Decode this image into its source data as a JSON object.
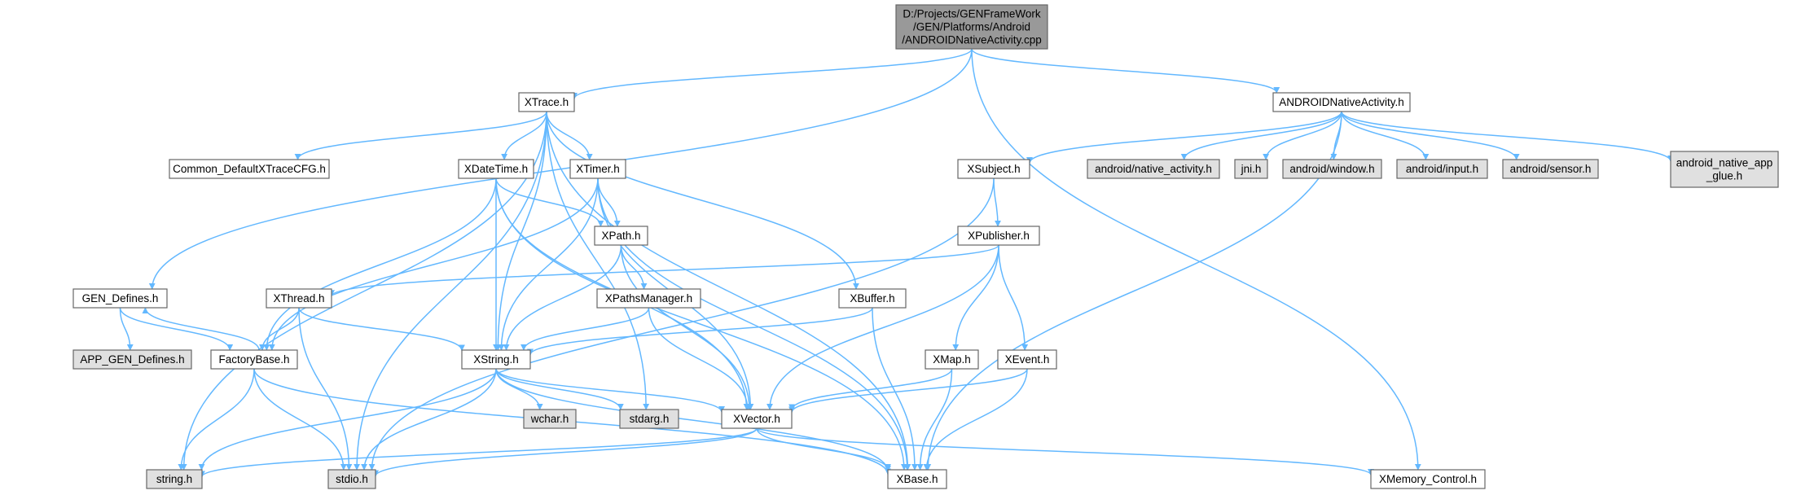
{
  "colors": {
    "root_fill": "#999999",
    "node_fill": "#ffffff",
    "external_fill": "#e0e0e0",
    "node_border": "#666666",
    "edge": "#63b8ff"
  },
  "nodes": {
    "root": {
      "lines": [
        "D:/Projects/GENFrameWork",
        "/GEN/Platforms/Android",
        "/ANDROIDNativeActivity.cpp"
      ],
      "kind": "root"
    },
    "xtrace": {
      "lines": [
        "XTrace.h"
      ],
      "kind": "file"
    },
    "androidnativeactivity": {
      "lines": [
        "ANDROIDNativeActivity.h"
      ],
      "kind": "file"
    },
    "common_defaultxtracecfg": {
      "lines": [
        "Common_DefaultXTraceCFG.h"
      ],
      "kind": "file"
    },
    "xdatetime": {
      "lines": [
        "XDateTime.h"
      ],
      "kind": "file"
    },
    "xtimer": {
      "lines": [
        "XTimer.h"
      ],
      "kind": "file"
    },
    "xsubject": {
      "lines": [
        "XSubject.h"
      ],
      "kind": "file"
    },
    "android_native_activity": {
      "lines": [
        "android/native_activity.h"
      ],
      "kind": "external"
    },
    "jni": {
      "lines": [
        "jni.h"
      ],
      "kind": "external"
    },
    "android_window": {
      "lines": [
        "android/window.h"
      ],
      "kind": "external"
    },
    "android_input": {
      "lines": [
        "android/input.h"
      ],
      "kind": "external"
    },
    "android_sensor": {
      "lines": [
        "android/sensor.h"
      ],
      "kind": "external"
    },
    "android_native_app_glue": {
      "lines": [
        "android_native_app",
        "_glue.h"
      ],
      "kind": "external"
    },
    "xpath": {
      "lines": [
        "XPath.h"
      ],
      "kind": "file"
    },
    "xpublisher": {
      "lines": [
        "XPublisher.h"
      ],
      "kind": "file"
    },
    "gen_defines": {
      "lines": [
        "GEN_Defines.h"
      ],
      "kind": "file"
    },
    "xthread": {
      "lines": [
        "XThread.h"
      ],
      "kind": "file"
    },
    "xpathsmanager": {
      "lines": [
        "XPathsManager.h"
      ],
      "kind": "file"
    },
    "xbuffer": {
      "lines": [
        "XBuffer.h"
      ],
      "kind": "file"
    },
    "app_gen_defines": {
      "lines": [
        "APP_GEN_Defines.h"
      ],
      "kind": "external"
    },
    "factorybase": {
      "lines": [
        "FactoryBase.h"
      ],
      "kind": "file"
    },
    "xstring": {
      "lines": [
        "XString.h"
      ],
      "kind": "file"
    },
    "xmap": {
      "lines": [
        "XMap.h"
      ],
      "kind": "file"
    },
    "xevent": {
      "lines": [
        "XEvent.h"
      ],
      "kind": "file"
    },
    "wchar": {
      "lines": [
        "wchar.h"
      ],
      "kind": "external"
    },
    "stdarg": {
      "lines": [
        "stdarg.h"
      ],
      "kind": "external"
    },
    "xvector": {
      "lines": [
        "XVector.h"
      ],
      "kind": "file"
    },
    "string": {
      "lines": [
        "string.h"
      ],
      "kind": "external"
    },
    "stdio": {
      "lines": [
        "stdio.h"
      ],
      "kind": "external"
    },
    "xbase": {
      "lines": [
        "XBase.h"
      ],
      "kind": "file"
    },
    "xmemory_control": {
      "lines": [
        "XMemory_Control.h"
      ],
      "kind": "file"
    }
  },
  "edges": [
    [
      "root",
      "xtrace"
    ],
    [
      "root",
      "androidnativeactivity"
    ],
    [
      "root",
      "gen_defines"
    ],
    [
      "root",
      "xmemory_control"
    ],
    [
      "xtrace",
      "common_defaultxtracecfg"
    ],
    [
      "xtrace",
      "xdatetime"
    ],
    [
      "xtrace",
      "xtimer"
    ],
    [
      "xtrace",
      "xstring"
    ],
    [
      "xtrace",
      "xbuffer"
    ],
    [
      "xtrace",
      "stdarg"
    ],
    [
      "xtrace",
      "xbase"
    ],
    [
      "xtrace",
      "string"
    ],
    [
      "xtrace",
      "stdio"
    ],
    [
      "androidnativeactivity",
      "xsubject"
    ],
    [
      "androidnativeactivity",
      "android_native_activity"
    ],
    [
      "androidnativeactivity",
      "jni"
    ],
    [
      "androidnativeactivity",
      "android_window"
    ],
    [
      "androidnativeactivity",
      "android_input"
    ],
    [
      "androidnativeactivity",
      "android_sensor"
    ],
    [
      "androidnativeactivity",
      "android_native_app_glue"
    ],
    [
      "androidnativeactivity",
      "xbase"
    ],
    [
      "xdatetime",
      "xpath"
    ],
    [
      "xdatetime",
      "factorybase"
    ],
    [
      "xdatetime",
      "xstring"
    ],
    [
      "xdatetime",
      "xvector"
    ],
    [
      "xdatetime",
      "xbase"
    ],
    [
      "xtimer",
      "xpath"
    ],
    [
      "xtimer",
      "factorybase"
    ],
    [
      "xtimer",
      "xstring"
    ],
    [
      "xtimer",
      "xvector"
    ],
    [
      "xtimer",
      "xbase"
    ],
    [
      "xsubject",
      "xpublisher"
    ],
    [
      "xsubject",
      "stdio"
    ],
    [
      "xpath",
      "xpathsmanager"
    ],
    [
      "xpath",
      "xstring"
    ],
    [
      "xpath",
      "xvector"
    ],
    [
      "xpublisher",
      "xthread"
    ],
    [
      "xpublisher",
      "xmap"
    ],
    [
      "xpublisher",
      "xevent"
    ],
    [
      "xpublisher",
      "xvector"
    ],
    [
      "gen_defines",
      "app_gen_defines"
    ],
    [
      "gen_defines",
      "factorybase"
    ],
    [
      "factorybase",
      "gen_defines"
    ],
    [
      "xthread",
      "factorybase"
    ],
    [
      "xthread",
      "xstring"
    ],
    [
      "xthread",
      "stdio"
    ],
    [
      "xpathsmanager",
      "xstring"
    ],
    [
      "xpathsmanager",
      "xvector"
    ],
    [
      "xbuffer",
      "xstring"
    ],
    [
      "xbuffer",
      "xbase"
    ],
    [
      "factorybase",
      "string"
    ],
    [
      "factorybase",
      "stdio"
    ],
    [
      "factorybase",
      "xbase"
    ],
    [
      "xstring",
      "wchar"
    ],
    [
      "xstring",
      "stdarg"
    ],
    [
      "xstring",
      "xvector"
    ],
    [
      "xstring",
      "string"
    ],
    [
      "xstring",
      "stdio"
    ],
    [
      "xstring",
      "xbase"
    ],
    [
      "xmap",
      "xvector"
    ],
    [
      "xmap",
      "xbase"
    ],
    [
      "xevent",
      "xvector"
    ],
    [
      "xevent",
      "xbase"
    ],
    [
      "xvector",
      "xbase"
    ],
    [
      "xvector",
      "xmemory_control"
    ],
    [
      "xvector",
      "string"
    ],
    [
      "xvector",
      "stdio"
    ]
  ]
}
